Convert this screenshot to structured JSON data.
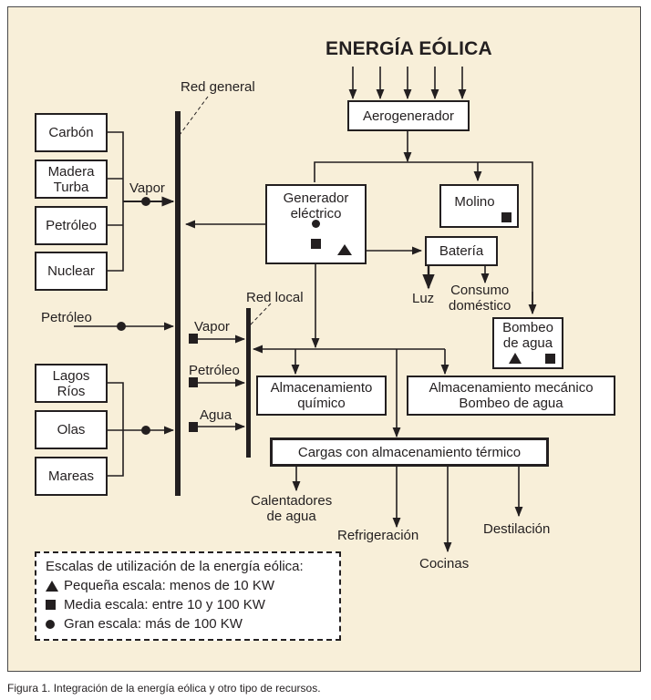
{
  "title": "ENERGÍA EÓLICA",
  "caption": "Figura 1. Integración de la energía eólica y otro tipo de recursos.",
  "colors": {
    "panel_bg": "#f8efd9",
    "ink": "#231f20",
    "box_bg": "#ffffff"
  },
  "nodes": {
    "aerogenerador": "Aerogenerador",
    "generador": "Generador\neléctrico",
    "molino": "Molino",
    "bateria": "Batería",
    "bombeo": "Bombeo\nde agua",
    "almac_quimico": "Almacenamiento\nquímico",
    "almac_mecanico": "Almacenamiento mecánico\nBombeo de agua",
    "cargas": "Cargas con almacenamiento térmico",
    "carbon": "Carbón",
    "madera": "Madera\nTurba",
    "petroleo_box": "Petróleo",
    "nuclear": "Nuclear",
    "lagos": "Lagos\nRíos",
    "olas": "Olas",
    "mareas": "Mareas"
  },
  "labels": {
    "red_general": "Red general",
    "red_local": "Red local",
    "vapor_general": "Vapor",
    "petroleo_input": "Petróleo",
    "vapor_local": "Vapor",
    "petroleo_local": "Petróleo",
    "agua_local": "Agua",
    "luz": "Luz",
    "consumo": "Consumo\ndoméstico",
    "calentadores": "Calentadores\nde agua",
    "refrigeracion": "Refrigeración",
    "cocinas": "Cocinas",
    "destilacion": "Destilación"
  },
  "legend": {
    "heading": "Escalas de utilización de la energía eólica:",
    "items": [
      {
        "symbol": "triangle",
        "text": "Pequeña escala: menos de 10 KW"
      },
      {
        "symbol": "square",
        "text": "Media escala: entre 10 y 100 KW"
      },
      {
        "symbol": "circle",
        "text": "Gran escala: más de 100 KW"
      }
    ]
  }
}
